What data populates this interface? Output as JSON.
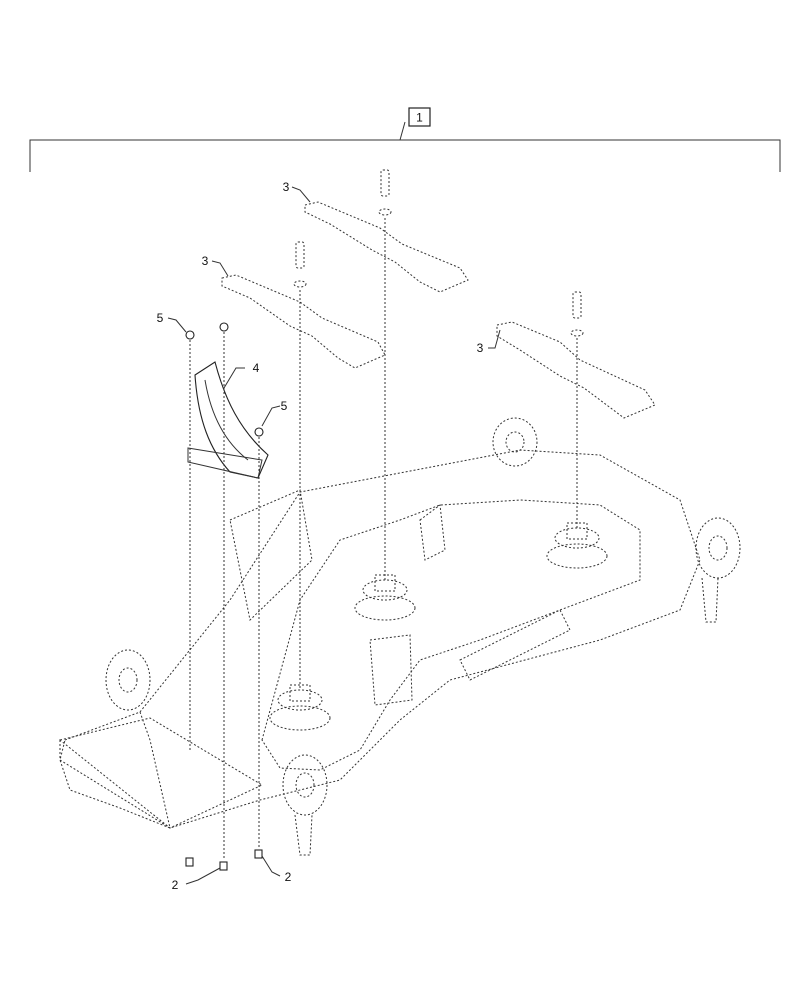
{
  "diagram": {
    "callouts": [
      {
        "id": "c1",
        "label": "1"
      },
      {
        "id": "c2a",
        "label": "2"
      },
      {
        "id": "c2b",
        "label": "2"
      },
      {
        "id": "c3a",
        "label": "3"
      },
      {
        "id": "c3b",
        "label": "3"
      },
      {
        "id": "c3c",
        "label": "3"
      },
      {
        "id": "c4",
        "label": "4"
      },
      {
        "id": "c5a",
        "label": "5"
      },
      {
        "id": "c5b",
        "label": "5"
      }
    ]
  }
}
